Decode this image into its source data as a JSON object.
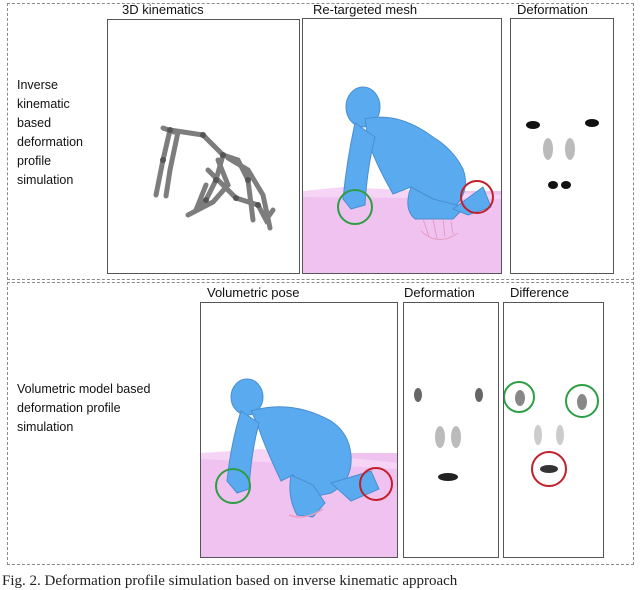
{
  "top_section": {
    "row_label": [
      "Inverse",
      "kinematic",
      "based",
      "deformation",
      "profile",
      "simulation"
    ],
    "panels": [
      {
        "title": "3D kinematics"
      },
      {
        "title": "Re-targeted mesh"
      },
      {
        "title": "Deformation"
      }
    ]
  },
  "bottom_section": {
    "row_label": [
      "Volumetric model based",
      "deformation profile",
      "simulation"
    ],
    "panels": [
      {
        "title": "Volumetric pose"
      },
      {
        "title": "Deformation"
      },
      {
        "title": "Difference"
      }
    ]
  },
  "caption": "Fig. 2.  Deformation profile simulation based on inverse kinematic approach",
  "colors": {
    "mesh": "#5aaaf0",
    "floor": "#f0c2f0",
    "highlight_green": "#2e9e44",
    "highlight_red": "#c0202a",
    "skeleton": "#8c8c8c"
  }
}
